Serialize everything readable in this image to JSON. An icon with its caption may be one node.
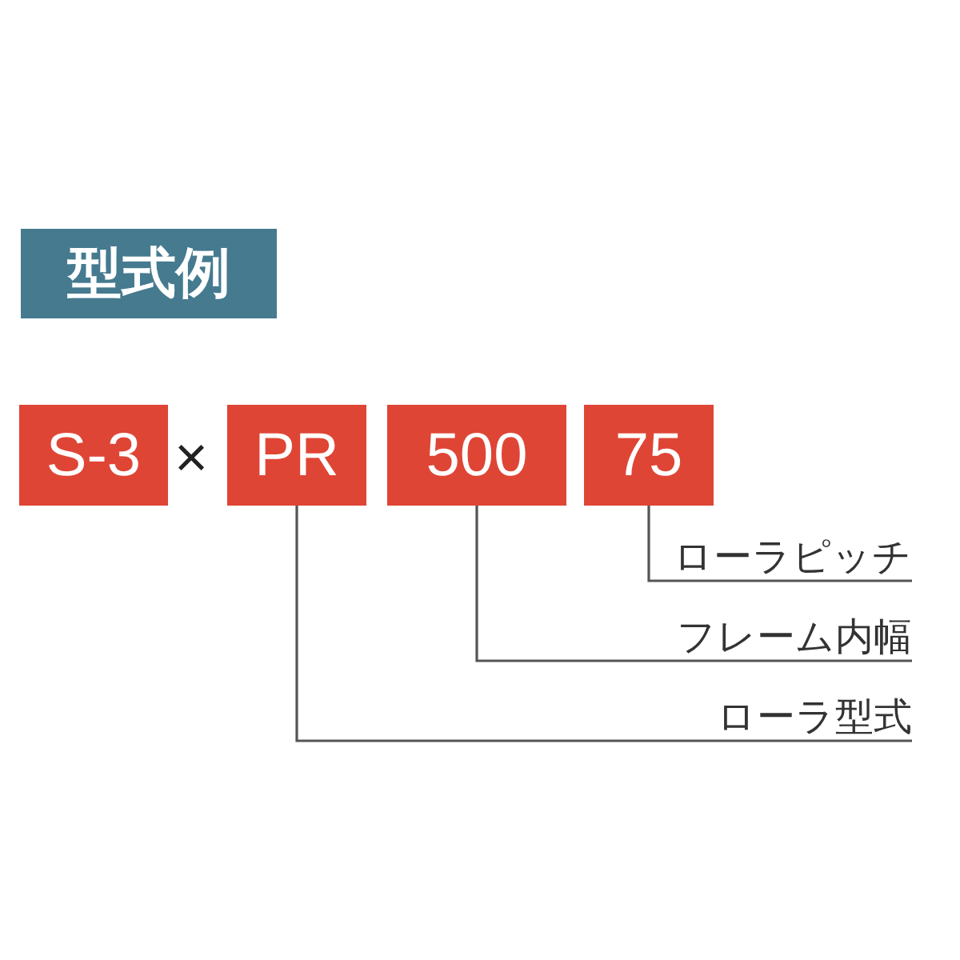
{
  "diagram": {
    "title": "型式例",
    "nodes": [
      {
        "text": [
          "S-3"
        ]
      },
      {
        "text": [
          "PR"
        ]
      },
      {
        "text": [
          "500"
        ]
      },
      {
        "text": [
          "75"
        ]
      },
      {
        "text": [
          "ローラピッチ"
        ]
      },
      {
        "text": [
          "フレーム内幅"
        ]
      },
      {
        "text": [
          "ローラ型式"
        ]
      }
    ],
    "edges": [
      {
        "from": 4,
        "to": 3,
        "arrow": "none"
      },
      {
        "from": 5,
        "to": 2,
        "arrow": "none"
      },
      {
        "from": 6,
        "to": 1,
        "arrow": "none"
      }
    ],
    "labels": [
      "×"
    ]
  }
}
